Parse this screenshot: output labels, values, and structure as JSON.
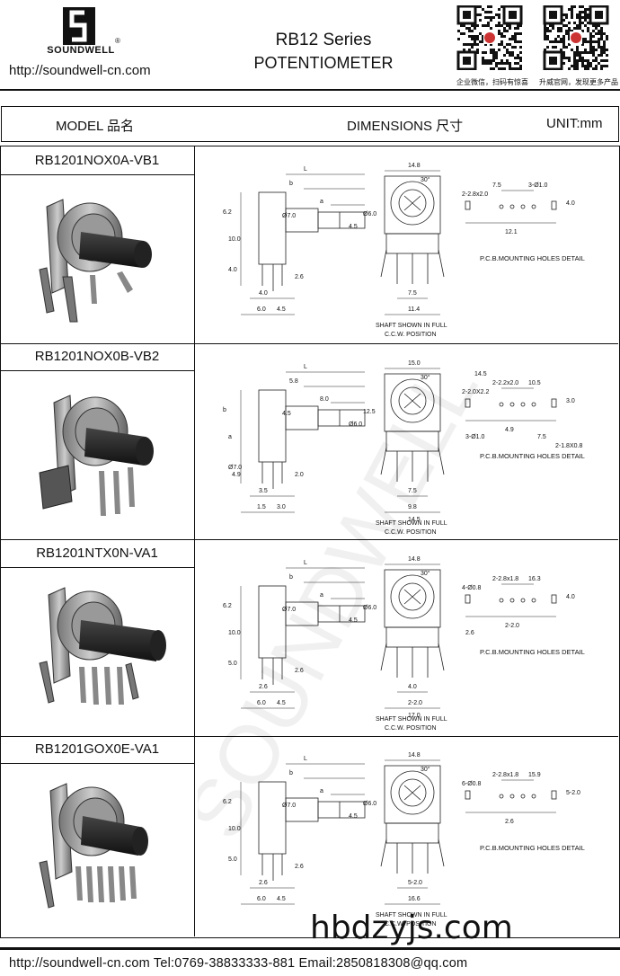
{
  "header": {
    "brand": "SOUNDWELL",
    "registered": "®",
    "website": "http://soundwell-cn.com",
    "title_line1": "RB12 Series",
    "title_line2": "POTENTIOMETER",
    "qr1_caption": "企业微信，扫码有惊喜",
    "qr2_caption": "升威官网，发现更多产品"
  },
  "table_header": {
    "model": "MODEL 品名",
    "dimensions": "DIMENSIONS 尺寸",
    "unit": "UNIT:mm"
  },
  "rows": [
    {
      "model": "RB1201NOX0A-VB1",
      "side_dims": [
        "L",
        "b",
        "a",
        "6.2",
        "10.0",
        "4.0",
        "Ø7.0",
        "4.5",
        "Ø6.0",
        "2.6",
        "4.0",
        "6.0",
        "4.5"
      ],
      "front_dims": [
        "14.8",
        "30°",
        "7.5",
        "11.4"
      ],
      "front_caption1": "SHAFT SHOWN IN FULL",
      "front_caption2": "C.C.W. POSITION",
      "pcb_dims": [
        "7.5",
        "3-Ø1.0",
        "2-2.8x2.0",
        "4.0",
        "12.1"
      ],
      "pcb_caption": "P.C.B.MOUNTING HOLES DETAIL"
    },
    {
      "model": "RB1201NOX0B-VB2",
      "side_dims": [
        "L",
        "5.8",
        "8.0",
        "b",
        "a",
        "Ø7.0",
        "4.5",
        "Ø6.0",
        "12.5",
        "2.0",
        "3.5",
        "1.5",
        "3.0",
        "4.9"
      ],
      "front_dims": [
        "15.0",
        "30°",
        "7.5",
        "9.8",
        "14.5"
      ],
      "front_caption1": "SHAFT SHOWN IN FULL",
      "front_caption2": "C.C.W. POSITION",
      "pcb_dims": [
        "2-2.2x2.0",
        "10.5",
        "2-2.0X2.2",
        "3.0",
        "4.9",
        "3-Ø1.0",
        "7.5",
        "14.5",
        "2-1.8X0.8"
      ],
      "pcb_caption": "P.C.B.MOUNTING HOLES DETAIL"
    },
    {
      "model": "RB1201NTX0N-VA1",
      "side_dims": [
        "L",
        "b",
        "a",
        "6.2",
        "10.0",
        "5.0",
        "Ø7.0",
        "4.5",
        "Ø6.0",
        "2.6",
        "2.6",
        "6.0",
        "4.5"
      ],
      "front_dims": [
        "14.8",
        "30°",
        "4.0",
        "2-2.0",
        "17.0"
      ],
      "front_caption1": "SHAFT SHOWN IN FULL",
      "front_caption2": "C.C.W. POSITION",
      "pcb_dims": [
        "2-2.8x1.8",
        "16.3",
        "4-Ø0.8",
        "4.0",
        "2-2.0",
        "2.6"
      ],
      "pcb_caption": "P.C.B.MOUNTING HOLES DETAIL"
    },
    {
      "model": "RB1201GOX0E-VA1",
      "side_dims": [
        "L",
        "b",
        "a",
        "6.2",
        "10.0",
        "5.0",
        "Ø7.0",
        "4.5",
        "Ø6.0",
        "2.6",
        "2.6",
        "6.0",
        "4.5"
      ],
      "front_dims": [
        "14.8",
        "30°",
        "5-2.0",
        "16.6"
      ],
      "front_caption1": "SHAFT SHOWN IN FULL",
      "front_caption2": "C.C.W. POSITION",
      "pcb_dims": [
        "2-2.8x1.8",
        "15.9",
        "6-Ø0.8",
        "5-2.0",
        "2.6"
      ],
      "pcb_caption": "P.C.B.MOUNTING HOLES DETAIL"
    }
  ],
  "footer": {
    "text": "http://soundwell-cn.com  Tel:0769-38833333-881  Email:2850818308@qq.com",
    "watermark": "hbdzyjs.com",
    "bg_watermark": "SOUNDWELL"
  }
}
